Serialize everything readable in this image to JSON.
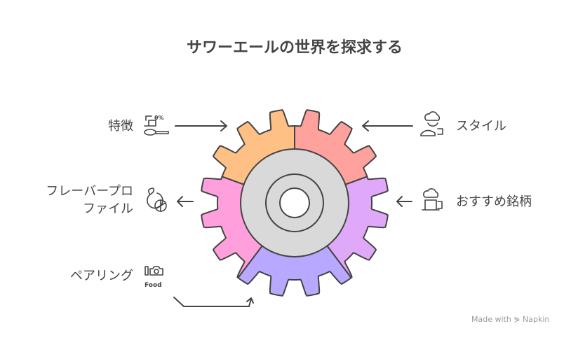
{
  "title": "サワーエールの世界を探求する",
  "items": [
    {
      "label": "特徴",
      "icon": "measuring-scoop-percent-icon",
      "color": "#FFC086"
    },
    {
      "label": "スタイル",
      "icon": "chef-bread-icon",
      "color": "#FFA19C"
    },
    {
      "label_line1": "フレーバープロ",
      "label_line2": "ファイル",
      "icon": "citrus-fruit-icon",
      "color": "#FFA0DC"
    },
    {
      "label": "おすすめ銘柄",
      "icon": "chef-beer-icon",
      "color": "#E0A8F8"
    },
    {
      "label": "ペアリング",
      "icon": "food-camera-icon",
      "icon_text": "Food",
      "color": "#B8A8FF"
    }
  ],
  "hub_color": "#D9D9D9",
  "stroke_color": "#444444",
  "watermark": "Made with ⋟ Napkin"
}
